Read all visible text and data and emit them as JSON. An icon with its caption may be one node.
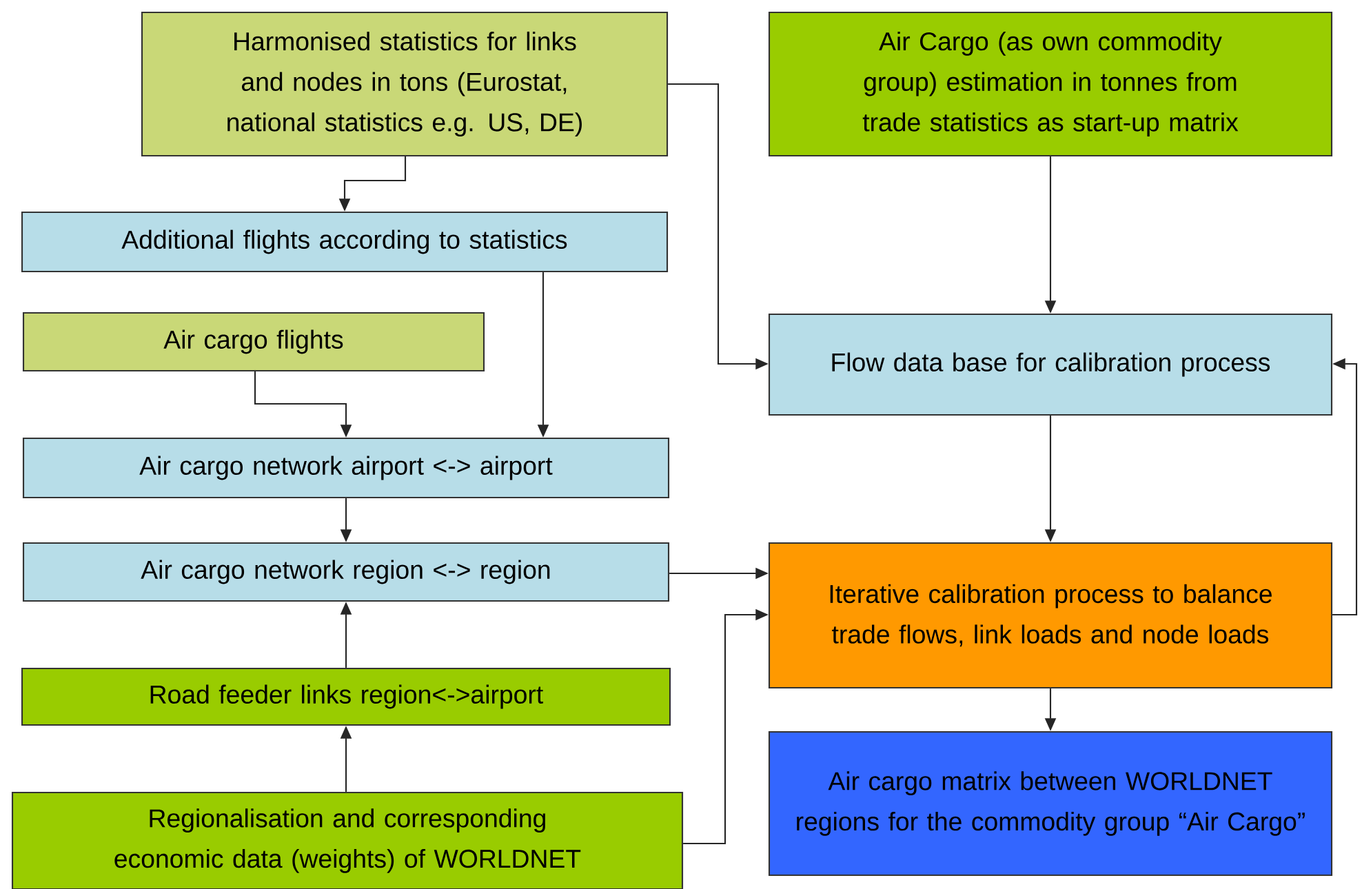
{
  "diagram": {
    "nodes": [
      {
        "text": [
          "Harmonised statistics for links and nodes in tons (Eurostat, national statistics e.g. US, DE)"
        ]
      },
      {
        "text": [
          "Air Cargo (as own commodity group) estimation in tonnes from trade statistics as start-up matrix"
        ]
      },
      {
        "text": [
          "Additional flights according to statistics"
        ]
      },
      {
        "text": [
          "Air cargo flights"
        ]
      },
      {
        "text": [
          "Flow data base for calibration process"
        ]
      },
      {
        "text": [
          "Air cargo network airport <-> airport"
        ]
      },
      {
        "text": [
          "Air cargo network region <-> region"
        ]
      },
      {
        "text": [
          "Iterative calibration process to balance trade flows, link loads and node loads"
        ]
      },
      {
        "text": [
          "Road feeder links region<->airport"
        ]
      },
      {
        "text": [
          "Air cargo matrix between WORLDNET regions for the commodity group “Air Cargo”"
        ]
      },
      {
        "text": [
          "Regionalisation and corresponding economic data (weights) of WORLDNET"
        ]
      }
    ],
    "edges": [
      {
        "from": 0,
        "to": 2,
        "arrow": "to"
      },
      {
        "from": 0,
        "to": 4,
        "arrow": "to"
      },
      {
        "from": 1,
        "to": 4,
        "arrow": "to"
      },
      {
        "from": 2,
        "to": 5,
        "arrow": "to"
      },
      {
        "from": 3,
        "to": 5,
        "arrow": "to"
      },
      {
        "from": 5,
        "to": 6,
        "arrow": "to"
      },
      {
        "from": 6,
        "to": 7,
        "arrow": "to"
      },
      {
        "from": 8,
        "to": 6,
        "arrow": "to"
      },
      {
        "from": 10,
        "to": 8,
        "arrow": "to"
      },
      {
        "from": 10,
        "to": 7,
        "arrow": "to"
      },
      {
        "from": 4,
        "to": 7,
        "arrow": "to"
      },
      {
        "from": 7,
        "to": 9,
        "arrow": "to"
      },
      {
        "from": 7,
        "to": 4,
        "arrow": "to"
      }
    ]
  }
}
